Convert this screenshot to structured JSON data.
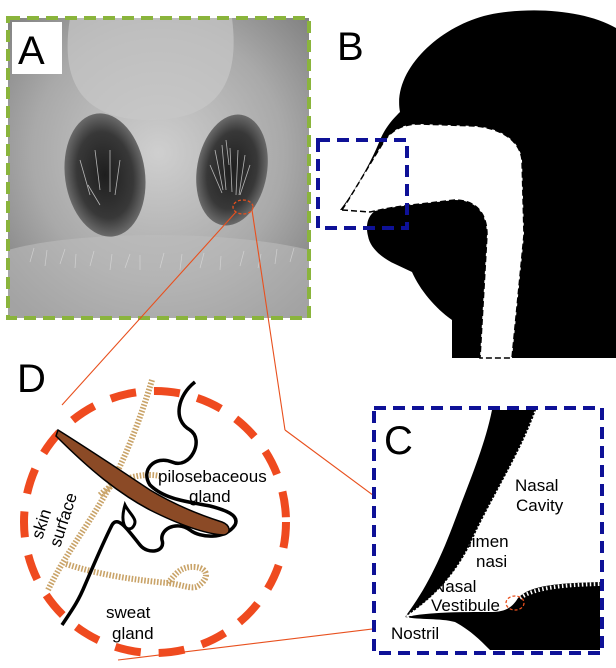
{
  "panels": {
    "a": {
      "letter": "A"
    },
    "b": {
      "letter": "B"
    },
    "c": {
      "letter": "C",
      "labels": {
        "nasal_cavity": [
          "Nasal",
          "Cavity"
        ],
        "limen_nasi": [
          "limen",
          "nasi"
        ],
        "nasal_vestibule": [
          "Nasal",
          "Vestibule"
        ],
        "nostril": "Nostril"
      }
    },
    "d": {
      "letter": "D",
      "labels": {
        "pilosebaceous_gland": [
          "pilosebaceous",
          "gland"
        ],
        "skin_surface": [
          "skin",
          "surface"
        ],
        "sweat_gland": [
          "sweat",
          "gland"
        ]
      }
    }
  },
  "colors": {
    "frame_a": "#8ab43c",
    "frame_b_c": "#0e1197",
    "circle_d": "#ef4a1f",
    "connector": "#e8501e",
    "hair": "#8b4a26",
    "skin_surface": "#c9a368",
    "airway": "#ffffff",
    "head": "#000000"
  }
}
